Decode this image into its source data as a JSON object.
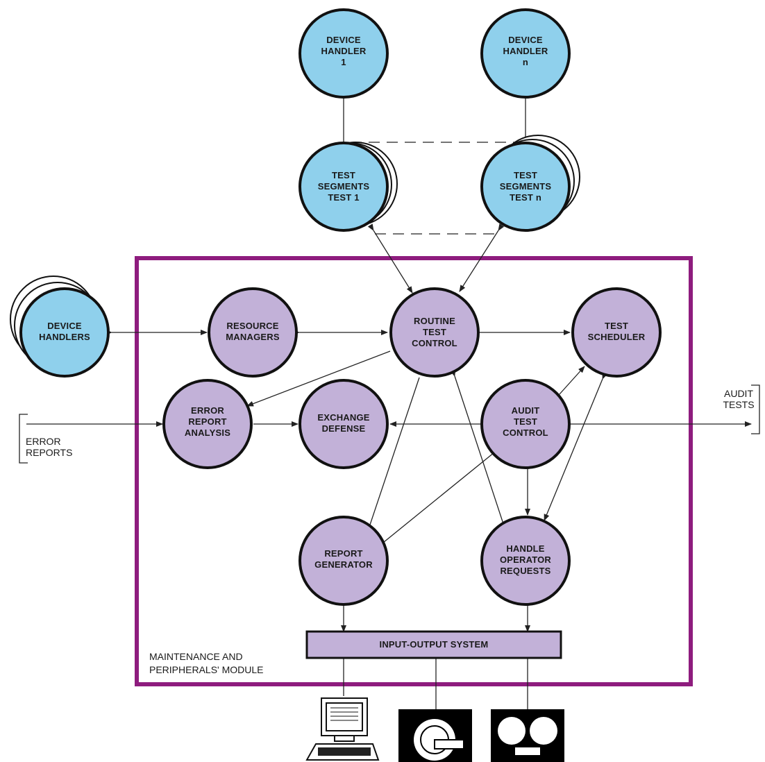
{
  "colors": {
    "blue_node": "#8fd0ec",
    "purple_node": "#c2b1d8",
    "module_border": "#8e1c7e",
    "io_box": "#c2b1d8"
  },
  "nodes": {
    "device_handler_1": [
      "DEVICE",
      "HANDLER",
      "1"
    ],
    "device_handler_n": [
      "DEVICE",
      "HANDLER",
      "n"
    ],
    "test_segments_1": [
      "TEST",
      "SEGMENTS",
      "TEST 1"
    ],
    "test_segments_n": [
      "TEST",
      "SEGMENTS",
      "TEST n"
    ],
    "device_handlers": [
      "DEVICE",
      "HANDLERS"
    ],
    "resource_managers": [
      "RESOURCE",
      "MANAGERS"
    ],
    "routine_test_control": [
      "ROUTINE",
      "TEST",
      "CONTROL"
    ],
    "test_scheduler": [
      "TEST",
      "SCHEDULER"
    ],
    "error_report_analysis": [
      "ERROR",
      "REPORT",
      "ANALYSIS"
    ],
    "exchange_defense": [
      "EXCHANGE",
      "DEFENSE"
    ],
    "audit_test_control": [
      "AUDIT",
      "TEST",
      "CONTROL"
    ],
    "report_generator": [
      "REPORT",
      "GENERATOR"
    ],
    "handle_operator_requests": [
      "HANDLE",
      "OPERATOR",
      "REQUESTS"
    ]
  },
  "io_system": "INPUT-OUTPUT SYSTEM",
  "module_label": [
    "MAINTENANCE  AND",
    "PERIPHERALS' MODULE"
  ],
  "error_reports": [
    "ERROR",
    "REPORTS"
  ],
  "audit_tests": [
    "AUDIT",
    "TESTS"
  ],
  "devices": [
    "terminal-icon",
    "disk-drive-icon",
    "tape-drive-icon"
  ]
}
